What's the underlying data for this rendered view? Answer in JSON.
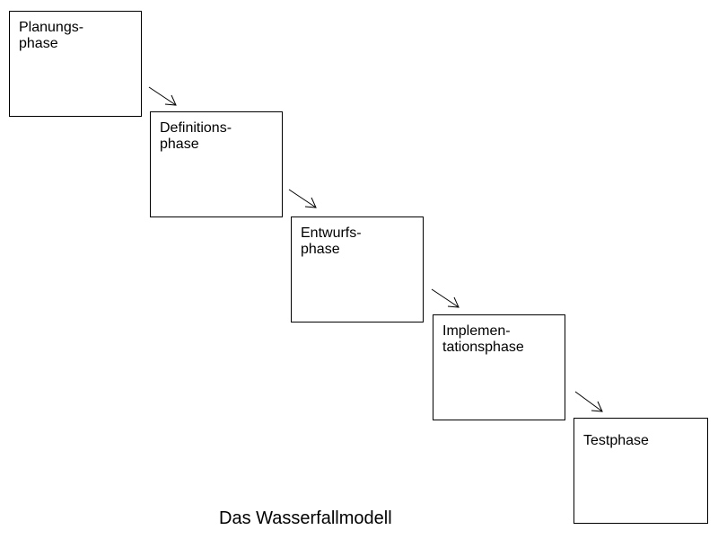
{
  "diagram": {
    "title": "Das Wasserfallmodell",
    "phases": [
      {
        "label": "Planungs-\nphase"
      },
      {
        "label": "Definitions-\nphase"
      },
      {
        "label": "Entwurfs-\nphase"
      },
      {
        "label": "Implemen-\ntationsphase"
      },
      {
        "label": "Testphase"
      }
    ],
    "connector_color": "#000000"
  }
}
